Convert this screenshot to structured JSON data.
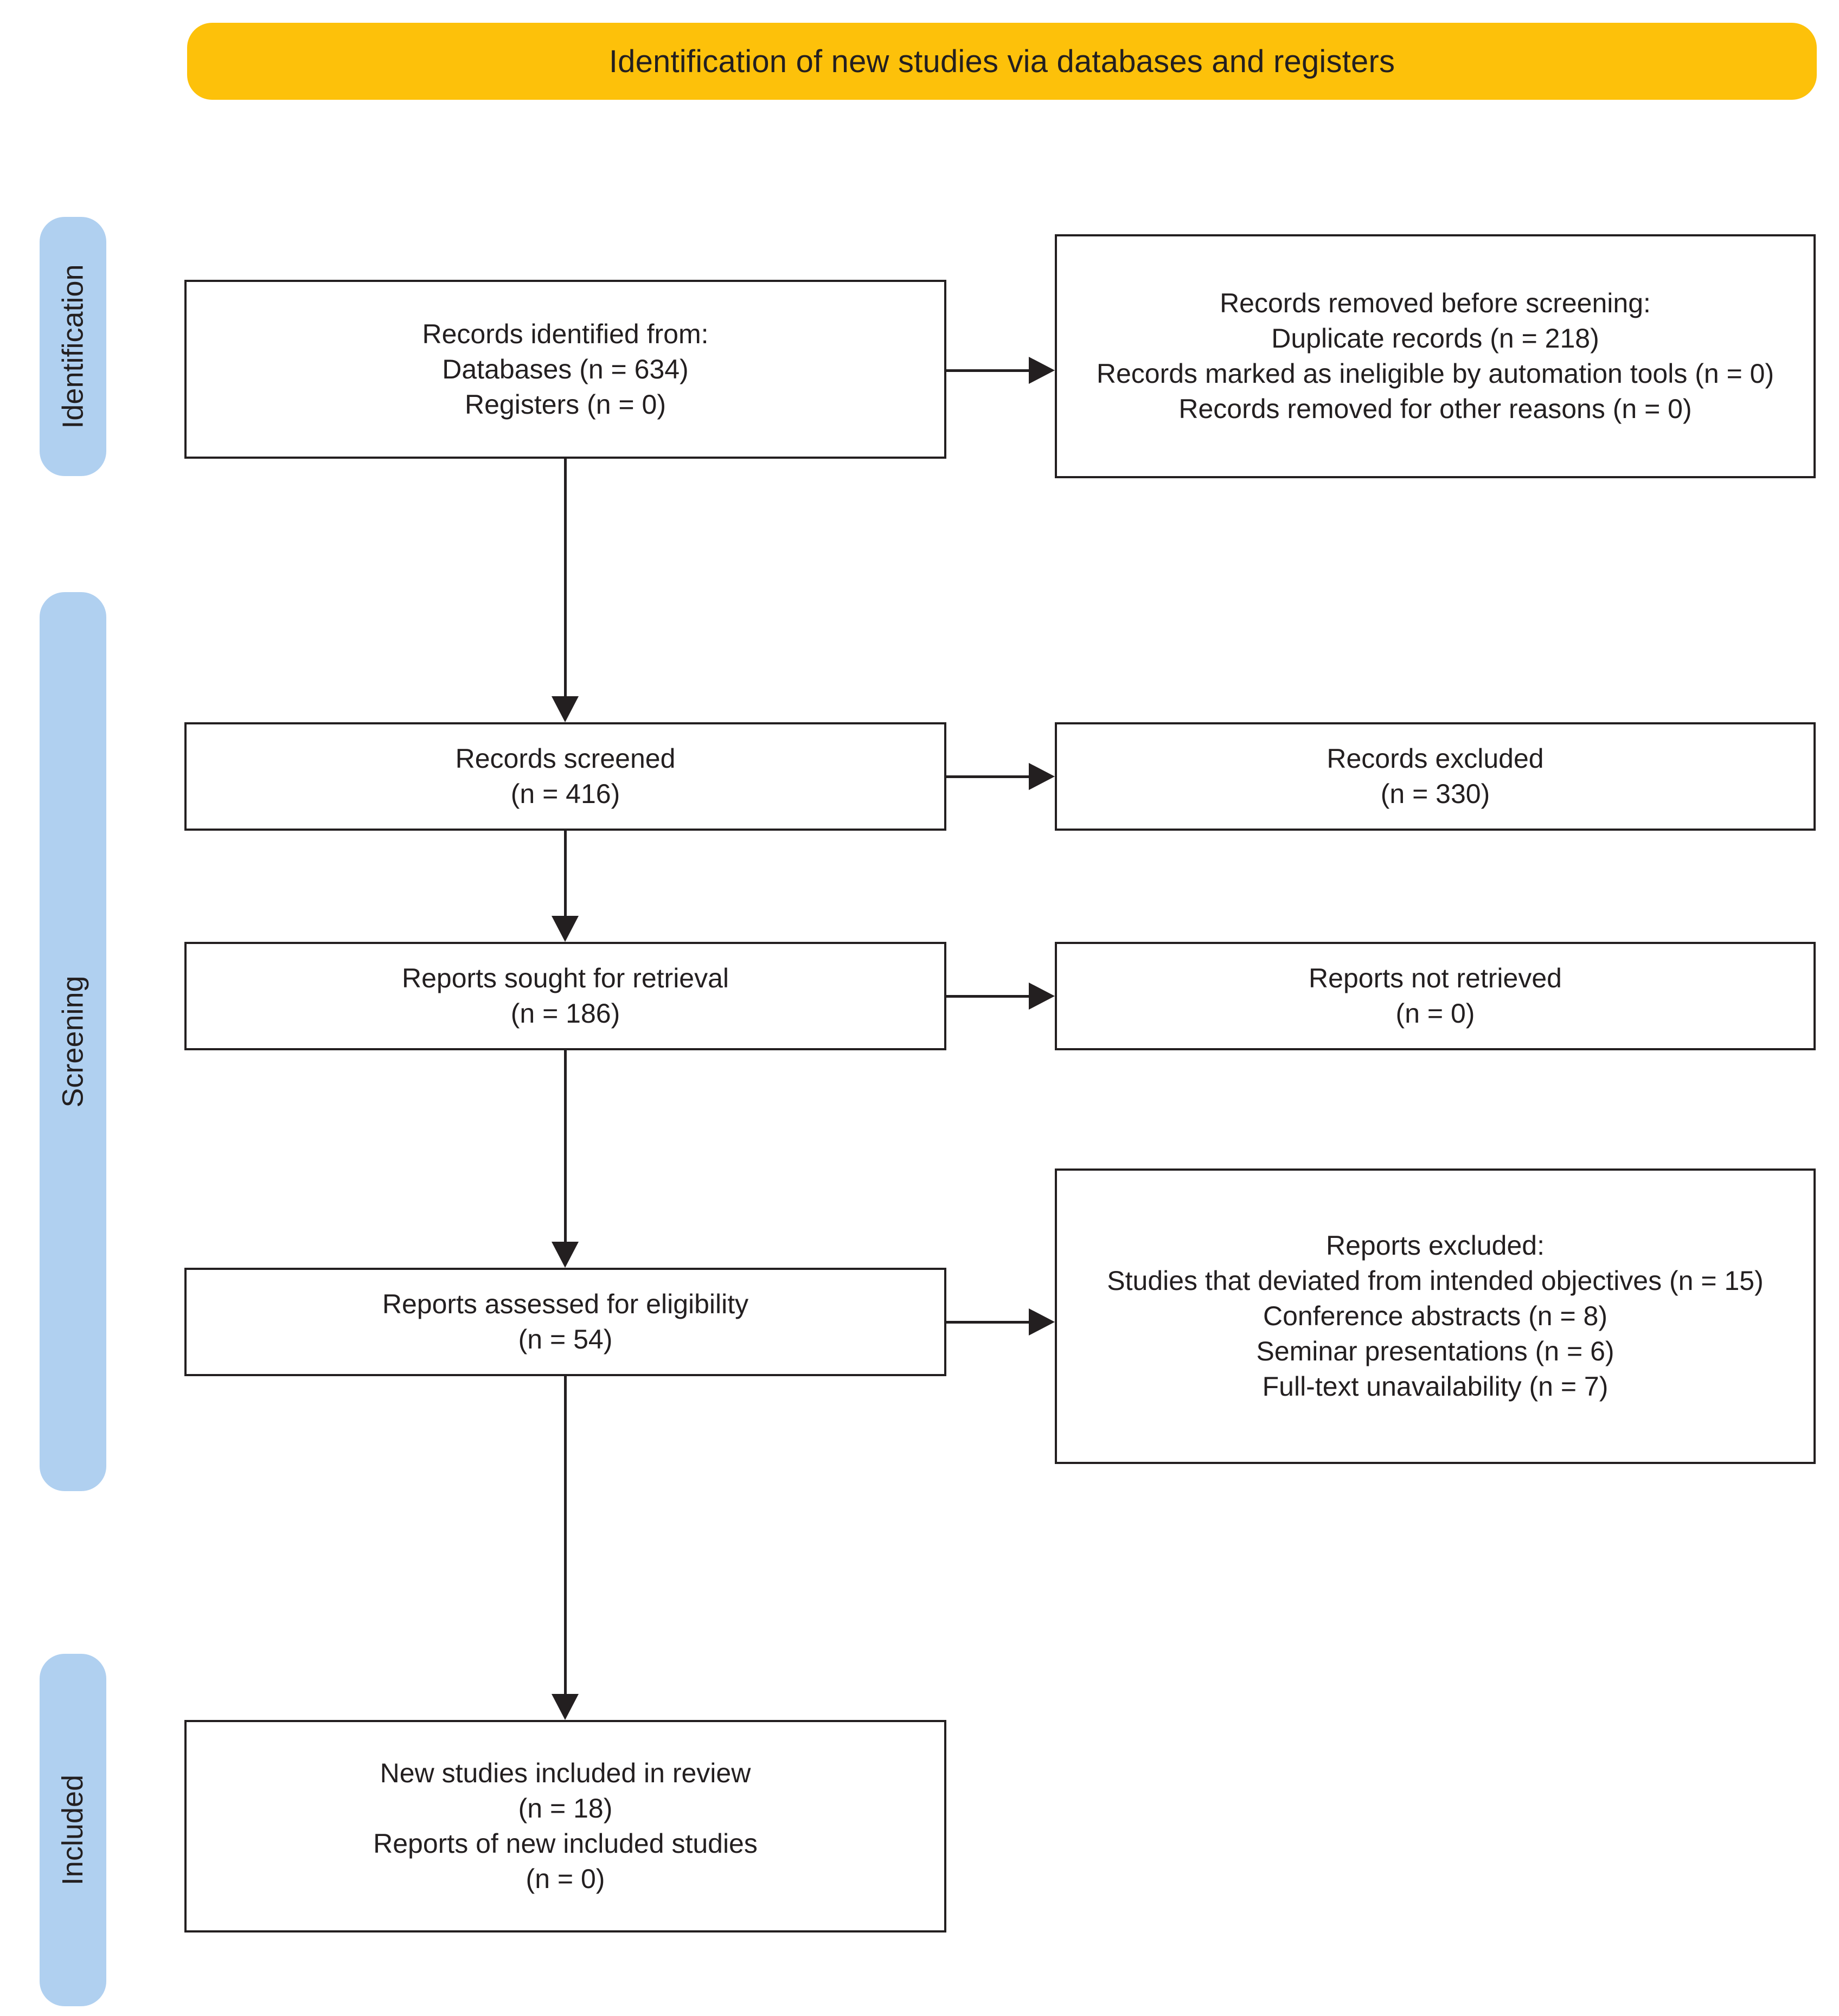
{
  "diagram": {
    "title": "Identification of new studies via databases and registers",
    "type": "prisma-flow-diagram",
    "colors": {
      "banner": "#FDC10A",
      "stage_pill": "#B0D0F0",
      "box_border": "#231F20",
      "box_fill": "#FFFFFF",
      "text": "#231F20"
    }
  },
  "stages": [
    {
      "id": "identification",
      "label": "Identification"
    },
    {
      "id": "screening",
      "label": "Screening"
    },
    {
      "id": "included",
      "label": "Included"
    }
  ],
  "boxes": {
    "identified": {
      "name": "Records identified from",
      "lines": [
        "Records identified from:",
        "Databases (n = 634)",
        "Registers (n = 0)"
      ]
    },
    "removed": {
      "name": "Records removed before screening",
      "lines": [
        "Records removed before screening:",
        "Duplicate records (n = 218)",
        "Records marked as ineligible by automation tools (n = 0)",
        "Records removed for other reasons (n = 0)"
      ]
    },
    "screened": {
      "name": "Records screened",
      "lines": [
        "Records screened",
        "(n = 416)"
      ]
    },
    "records_excluded": {
      "name": "Records excluded",
      "lines": [
        "Records excluded",
        "(n = 330)"
      ]
    },
    "sought": {
      "name": "Reports sought for retrieval",
      "lines": [
        "Reports sought for retrieval",
        "(n = 186)"
      ]
    },
    "not_retrieved": {
      "name": "Reports not retrieved",
      "lines": [
        "Reports not retrieved",
        "(n = 0)"
      ]
    },
    "assessed": {
      "name": "Reports assessed for eligibility",
      "lines": [
        "Reports assessed for eligibility",
        "(n = 54)"
      ]
    },
    "reports_excluded": {
      "name": "Reports excluded",
      "lines": [
        "Reports excluded:",
        "Studies that deviated from intended objectives (n = 15)",
        "Conference abstracts (n = 8)",
        "Seminar presentations (n = 6)",
        "Full-text unavailability (n = 7)"
      ]
    },
    "included": {
      "name": "New studies included in review",
      "lines": [
        "New studies included in review",
        "(n = 18)",
        "Reports of new included studies",
        "(n = 0)"
      ]
    }
  },
  "chart_data": {
    "type": "diagram",
    "title": "Identification of new studies via databases and registers",
    "nodes": [
      {
        "id": "identified",
        "stage": "Identification",
        "column": "left",
        "label": "Records identified from:",
        "counts": {
          "Databases": 634,
          "Registers": 0
        }
      },
      {
        "id": "removed",
        "stage": "Identification",
        "column": "right",
        "label": "Records removed before screening:",
        "counts": {
          "Duplicate records": 218,
          "Records marked as ineligible by automation tools": 0,
          "Records removed for other reasons": 0
        }
      },
      {
        "id": "screened",
        "stage": "Screening",
        "column": "left",
        "label": "Records screened",
        "n": 416
      },
      {
        "id": "records_excluded",
        "stage": "Screening",
        "column": "right",
        "label": "Records excluded",
        "n": 330
      },
      {
        "id": "sought",
        "stage": "Screening",
        "column": "left",
        "label": "Reports sought for retrieval",
        "n": 186
      },
      {
        "id": "not_retrieved",
        "stage": "Screening",
        "column": "right",
        "label": "Reports not retrieved",
        "n": 0
      },
      {
        "id": "assessed",
        "stage": "Screening",
        "column": "left",
        "label": "Reports assessed for eligibility",
        "n": 54
      },
      {
        "id": "reports_excluded",
        "stage": "Screening",
        "column": "right",
        "label": "Reports excluded:",
        "counts": {
          "Studies that deviated from intended objectives": 15,
          "Conference abstracts": 8,
          "Seminar presentations": 6,
          "Full-text unavailability": 7
        }
      },
      {
        "id": "included",
        "stage": "Included",
        "column": "left",
        "label": "New studies included in review",
        "counts": {
          "New studies included in review": 18,
          "Reports of new included studies": 0
        }
      }
    ],
    "edges": [
      {
        "from": "identified",
        "to": "removed",
        "direction": "right"
      },
      {
        "from": "identified",
        "to": "screened",
        "direction": "down"
      },
      {
        "from": "screened",
        "to": "records_excluded",
        "direction": "right"
      },
      {
        "from": "screened",
        "to": "sought",
        "direction": "down"
      },
      {
        "from": "sought",
        "to": "not_retrieved",
        "direction": "right"
      },
      {
        "from": "sought",
        "to": "assessed",
        "direction": "down"
      },
      {
        "from": "assessed",
        "to": "reports_excluded",
        "direction": "right"
      },
      {
        "from": "assessed",
        "to": "included",
        "direction": "down"
      }
    ]
  }
}
